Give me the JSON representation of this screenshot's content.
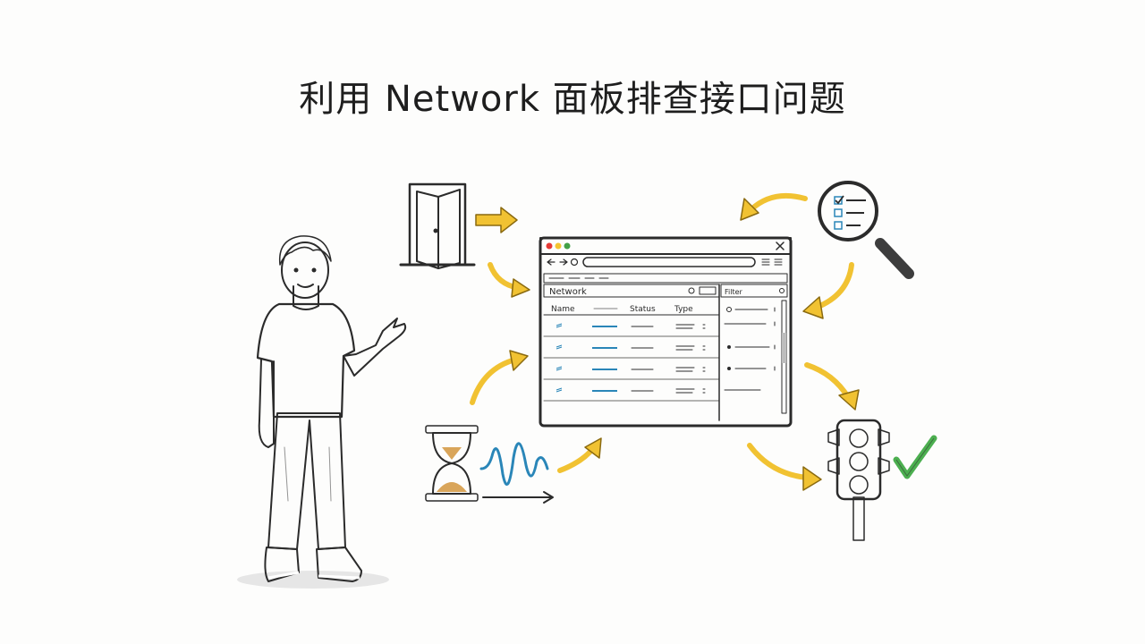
{
  "title": "利用 Network 面板排查接口问题",
  "browser": {
    "panel_title": "Network",
    "columns": [
      "Name",
      "Status",
      "Type"
    ],
    "side_panel_title": "Filter"
  },
  "colors": {
    "arrow": "#f1c232",
    "shirt": "#ffffff",
    "pants": "#5e5e5e",
    "shoes": "#2f6fd6",
    "light_red": "#e53935",
    "light_yellow": "#f4c430",
    "light_green": "#43a047",
    "check": "#4caf50",
    "wave": "#2a86b8",
    "sand": "#d9a55a"
  },
  "icons": [
    "door-icon",
    "magnifier-checklist-icon",
    "hourglass-icon",
    "waveform-icon",
    "traffic-light-icon",
    "checkmark-icon"
  ]
}
